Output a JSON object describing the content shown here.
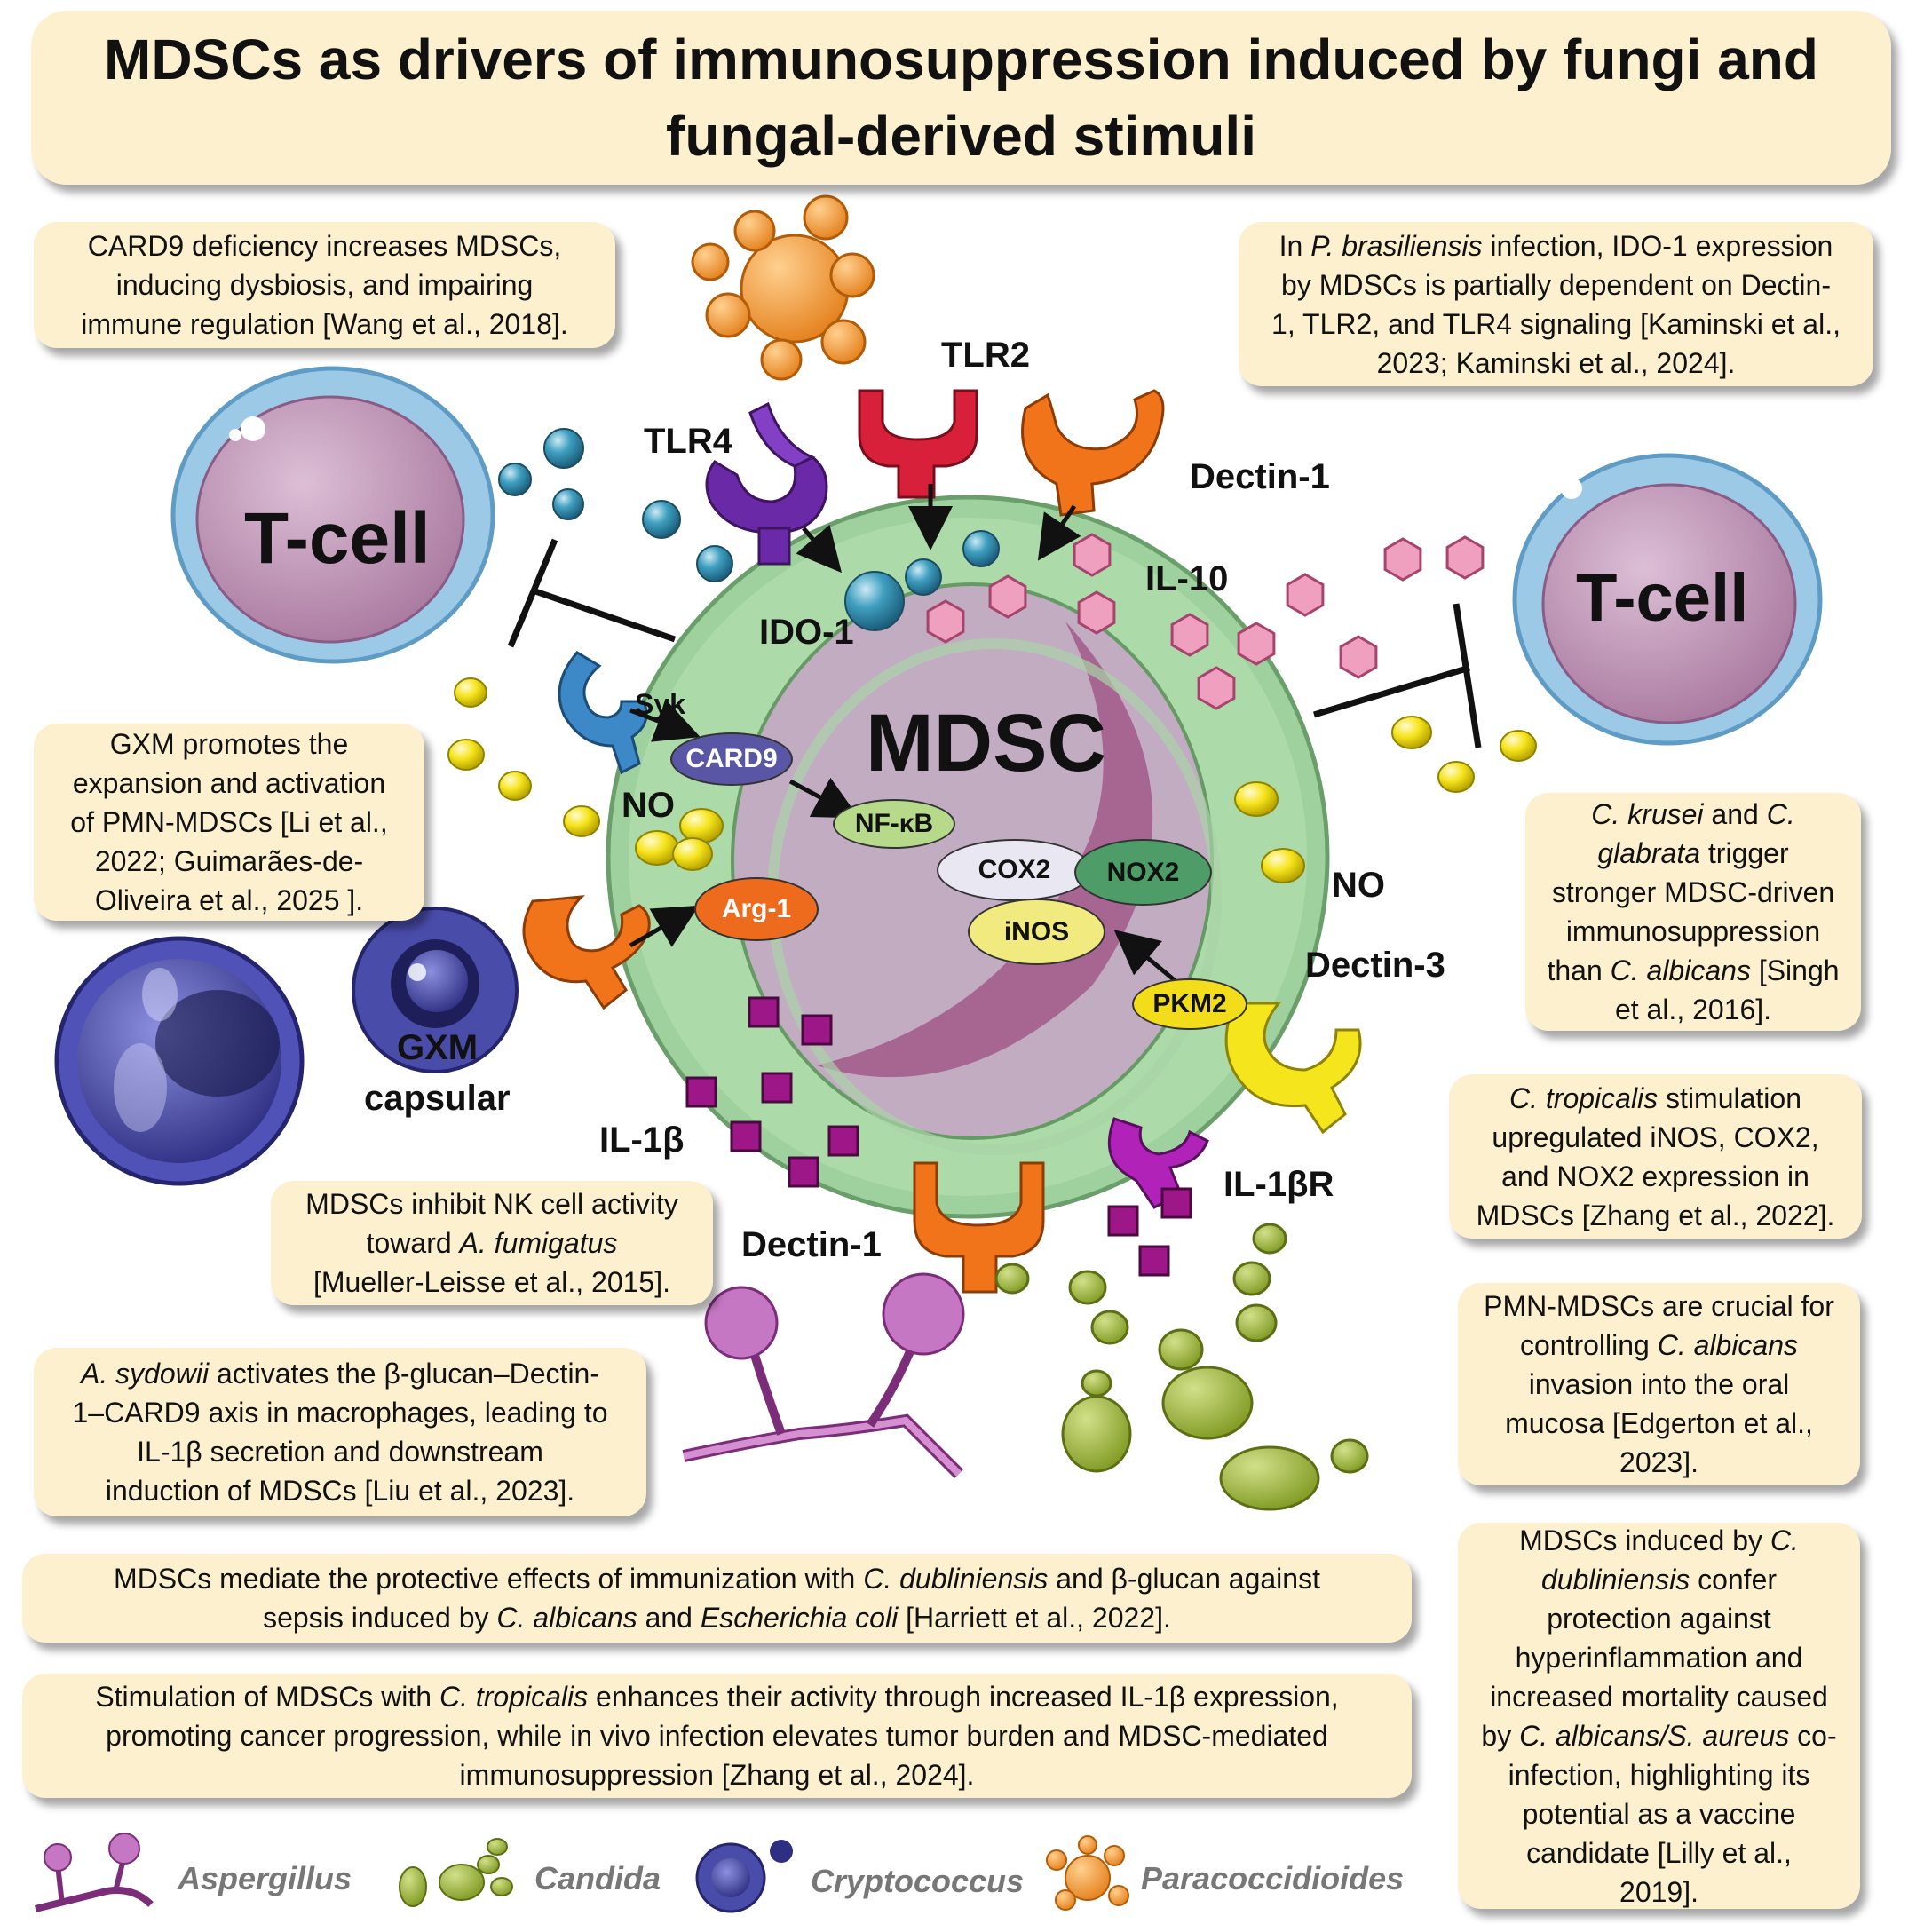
{
  "title": [
    "MDSCs as drivers of immunosuppression induced by fungi and",
    "fungal-derived stimuli"
  ],
  "boxes": {
    "card9": [
      "CARD9 deficiency increases MDSCs,",
      "inducing dysbiosis, and impairing",
      "immune regulation [Wang et al., 2018]."
    ],
    "ido": [
      [
        {
          "t": "In "
        },
        {
          "t": "P. brasiliensis",
          "i": true
        },
        {
          "t": " infection, IDO-1 expression"
        }
      ],
      [
        {
          "t": "by MDSCs is partially dependent on Dectin-"
        }
      ],
      [
        {
          "t": "1, TLR2, and TLR4 signaling [Kaminski et al.,"
        }
      ],
      [
        {
          "t": "2023; Kaminski et al., 2024]."
        }
      ]
    ],
    "gxm": [
      "GXM promotes the",
      "expansion and activation",
      "of PMN-MDSCs [Li et al.,",
      "2022; Guimarães-de-",
      "Oliveira et al., 2025 ]."
    ],
    "krusei": [
      [
        {
          "t": "C. krusei",
          "i": true
        },
        {
          "t": " and "
        },
        {
          "t": "C.",
          "i": true
        }
      ],
      [
        {
          "t": "glabrata",
          "i": true
        },
        {
          "t": " trigger"
        }
      ],
      [
        {
          "t": "stronger MDSC-driven"
        }
      ],
      [
        {
          "t": "immunosuppression"
        }
      ],
      [
        {
          "t": "than "
        },
        {
          "t": "C. albicans",
          "i": true
        },
        {
          "t": " [Singh"
        }
      ],
      [
        {
          "t": "et al., 2016]."
        }
      ]
    ],
    "tropicalis": [
      [
        {
          "t": "C. tropicalis",
          "i": true
        },
        {
          "t": " stimulation"
        }
      ],
      [
        {
          "t": "upregulated iNOS, COX2,"
        }
      ],
      [
        {
          "t": "and NOX2 expression in"
        }
      ],
      [
        {
          "t": "MDSCs [Zhang et al., 2022]."
        }
      ]
    ],
    "nk": [
      [
        {
          "t": "MDSCs inhibit NK cell activity"
        }
      ],
      [
        {
          "t": "toward "
        },
        {
          "t": "A. fumigatus",
          "i": true
        }
      ],
      [
        {
          "t": "[Mueller-Leisse et al., 2015]."
        }
      ]
    ],
    "pmn": [
      [
        {
          "t": "PMN-MDSCs are crucial for"
        }
      ],
      [
        {
          "t": "controlling "
        },
        {
          "t": "C. albicans",
          "i": true
        }
      ],
      [
        {
          "t": "invasion into the oral"
        }
      ],
      [
        {
          "t": "mucosa [Edgerton et al.,"
        }
      ],
      [
        {
          "t": "2023]."
        }
      ]
    ],
    "sydowii": [
      [
        {
          "t": "A. sydowii",
          "i": true
        },
        {
          "t": " activates the β-glucan–Dectin-"
        }
      ],
      [
        {
          "t": "1–CARD9 axis in macrophages, leading to"
        }
      ],
      [
        {
          "t": "IL-1β secretion and downstream"
        }
      ],
      [
        {
          "t": "induction of MDSCs [Liu et al., 2023]."
        }
      ]
    ],
    "dubli_imm": [
      [
        {
          "t": "MDSCs mediate the protective effects of immunization with "
        },
        {
          "t": "C. dubliniensis",
          "i": true
        },
        {
          "t": " and β-glucan against"
        }
      ],
      [
        {
          "t": "sepsis induced by "
        },
        {
          "t": "C. albicans",
          "i": true
        },
        {
          "t": " and "
        },
        {
          "t": "Escherichia coli",
          "i": true
        },
        {
          "t": " [Harriett et al., 2022]."
        }
      ]
    ],
    "cancer": [
      [
        {
          "t": "Stimulation of MDSCs with "
        },
        {
          "t": "C. tropicalis",
          "i": true
        },
        {
          "t": " enhances their activity through increased IL-1β expression,"
        }
      ],
      [
        {
          "t": "promoting cancer progression, while in vivo infection elevates tumor burden and MDSC-mediated"
        }
      ],
      [
        {
          "t": "immunosuppression [Zhang et al., 2024]."
        }
      ]
    ],
    "vaccine": [
      [
        {
          "t": "MDSCs induced by "
        },
        {
          "t": "C.",
          "i": true
        }
      ],
      [
        {
          "t": "dubliniensis",
          "i": true
        },
        {
          "t": " confer"
        }
      ],
      [
        {
          "t": "protection against"
        }
      ],
      [
        {
          "t": "hyperinflammation and"
        }
      ],
      [
        {
          "t": "increased mortality caused"
        }
      ],
      [
        {
          "t": "by "
        },
        {
          "t": "C. albicans/S. aureus",
          "i": true
        },
        {
          "t": " co-"
        }
      ],
      [
        {
          "t": "infection, highlighting its"
        }
      ],
      [
        {
          "t": "potential as a vaccine"
        }
      ],
      [
        {
          "t": "candidate [Lilly et al.,"
        }
      ],
      [
        {
          "t": "2019]."
        }
      ]
    ]
  },
  "labels": {
    "tcell_left": "T-cell",
    "tcell_right": "T-cell",
    "mdsc": "MDSC",
    "tlr4": "TLR4",
    "tlr2": "TLR2",
    "dectin1_top": "Dectin-1",
    "dectin1_bottom": "Dectin-1",
    "dectin3": "Dectin-3",
    "il10": "IL-10",
    "ido1": "IDO-1",
    "syk": "Syk",
    "card9": "CARD9",
    "nfkb": "NF-κB",
    "no_left": "NO",
    "no_right": "NO",
    "arg1": "Arg-1",
    "cox2": "COX2",
    "nox2": "NOX2",
    "inos": "iNOS",
    "pkm2": "PKM2",
    "gxm": "GXM",
    "capsular": "capsular",
    "il1b": "IL-1β",
    "il1br": "IL-1βR"
  },
  "legend": [
    "Aspergillus",
    "Candida",
    "Cryptococcus",
    "Paracoccidioides"
  ],
  "colors": {
    "box_bg": "#fdf0cf",
    "cell_green": "#a9d6a6",
    "cell_pink": "#c89ab6",
    "tcell_body": "#c79cc0",
    "tcell_ring": "#a8d2ee",
    "tlr4": "#6a2aa8",
    "tlr2": "#d8203a",
    "dectin1": "#f2741a",
    "dectin3": "#f2e21a",
    "il1br": "#b123b8",
    "syk": "#3d88c7",
    "ido1": "#2b86a4",
    "il10": "#f0a0bf",
    "no": "#f2e019",
    "il1b": "#9e1788"
  }
}
